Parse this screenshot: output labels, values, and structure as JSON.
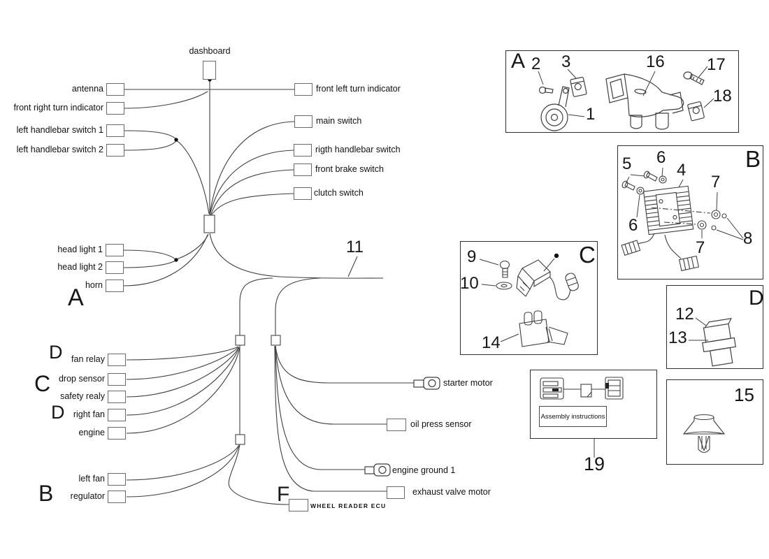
{
  "colors": {
    "line": "#3f3f3f",
    "text": "#111111",
    "box_border": "#6a6a6a",
    "panel_border": "#2e2e2e",
    "background": "#ffffff"
  },
  "harness": {
    "dashboard": "dashboard",
    "antenna": "antenna",
    "front_right_turn": "front right turn indicator",
    "left_handlebar_1": "left handlebar switch 1",
    "left_handlebar_2": "left handlebar switch 2",
    "front_left_turn": "front left turn indicator",
    "main_switch": "main switch",
    "right_handlebar": "rigth handlebar switch",
    "front_brake": "front brake switch",
    "clutch": "clutch switch",
    "head_light_1": "head light 1",
    "head_light_2": "head light 2",
    "horn": "horn",
    "fan_relay": "fan relay",
    "drop_sensor": "drop sensor",
    "safety_relay": "safety realy",
    "right_fan": "right fan",
    "engine": "engine",
    "left_fan": "left fan",
    "regulator": "regulator",
    "starter_motor": "starter motor",
    "oil_press_sensor": "oil press sensor",
    "engine_ground_1": "engine ground 1",
    "exhaust_valve_motor": "exhaust valve motor",
    "wheel_reader_ecu": "WHEEL READER ECU"
  },
  "sections": {
    "a": "A",
    "b": "B",
    "c": "C",
    "d_top": "D",
    "d_mid": "D",
    "f": "F"
  },
  "callouts": {
    "harness_11": "11",
    "kit_19": "19"
  },
  "panels": {
    "a": {
      "letter": "A",
      "n1": "1",
      "n2": "2",
      "n3": "3",
      "n16": "16",
      "n17": "17",
      "n18": "18"
    },
    "b": {
      "letter": "B",
      "n4": "4",
      "n5": "5",
      "n6_top": "6",
      "n6_left": "6",
      "n7_right": "7",
      "n7_bottom": "7",
      "n8": "8"
    },
    "c": {
      "letter": "C",
      "n9": "9",
      "n10": "10",
      "n14": "14"
    },
    "d": {
      "letter": "D",
      "n12": "12",
      "n13": "13"
    },
    "p15": {
      "n15": "15"
    },
    "p19": {
      "label": "Assembly instructions"
    }
  }
}
